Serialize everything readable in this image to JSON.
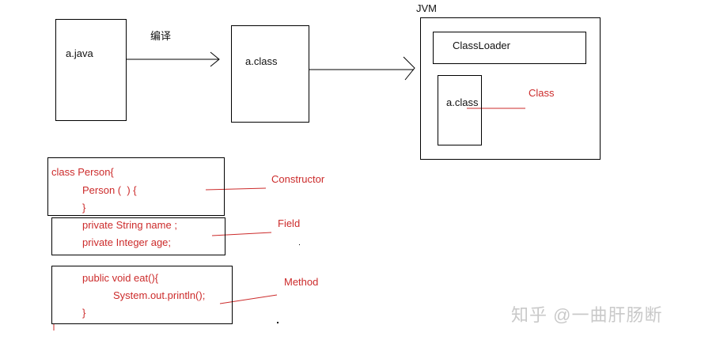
{
  "top": {
    "java_file_label": "a.java",
    "compile_label": "编译",
    "class_file_label": "a.class"
  },
  "jvm": {
    "label": "JVM",
    "classloader_label": "ClassLoader",
    "loaded_class_label": "a.class",
    "class_object_label": "Class"
  },
  "code": {
    "class_decl": "class Person{",
    "constructor_line": "Person (  ) {",
    "constructor_close": "}",
    "field_line_1": "private String name ;",
    "field_line_2": "private Integer age;",
    "method_line_1": "public void eat(){",
    "method_line_2": "System.out.println();",
    "method_close": "}"
  },
  "annotations": {
    "constructor": "Constructor",
    "field": "Field",
    "method": "Method"
  },
  "watermark": "知乎 @一曲肝肠断",
  "colors": {
    "ink": "#000000",
    "annotation_red": "#cc2b2b",
    "watermark_gray": "#c9c9c9"
  }
}
